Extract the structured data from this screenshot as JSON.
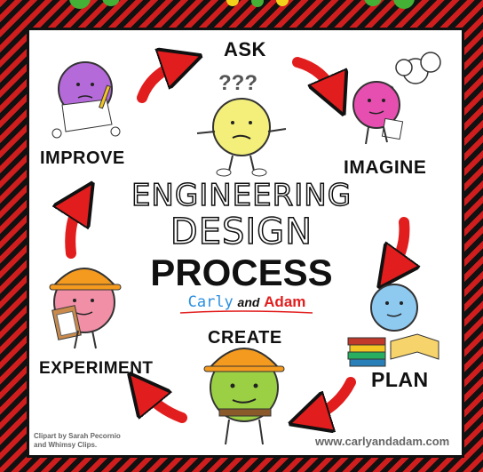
{
  "title": {
    "line1": "ENGINEERING",
    "line2": "DESIGN",
    "line3": "PROCESS"
  },
  "brand": {
    "first": "Carly",
    "and": "and",
    "second": "Adam"
  },
  "steps": {
    "ask": "ASK",
    "imagine": "IMAGINE",
    "plan": "PLAN",
    "create": "CREATE",
    "experiment": "EXPERIMENT",
    "improve": "IMPROVE"
  },
  "ask_marks": "???",
  "credit": {
    "line1": "Clipart by Sarah Pecornio",
    "line2": "and Whimsy Clips."
  },
  "website": "www.carlyandadam.com",
  "colors": {
    "arrow": "#e21d1d",
    "ask_ball": "#f3ef7a",
    "imagine_ball": "#e64fb0",
    "plan_ball": "#8ec9f0",
    "create_ball": "#9bd044",
    "experiment_ball": "#f08fa6",
    "improve_ball": "#b46ad9",
    "hard_hat": "#f49a1e",
    "border_stripe_a": "#d01d1d",
    "border_stripe_b": "#111111",
    "brand_blue": "#2a8fe0",
    "brand_red": "#e21d1d"
  }
}
